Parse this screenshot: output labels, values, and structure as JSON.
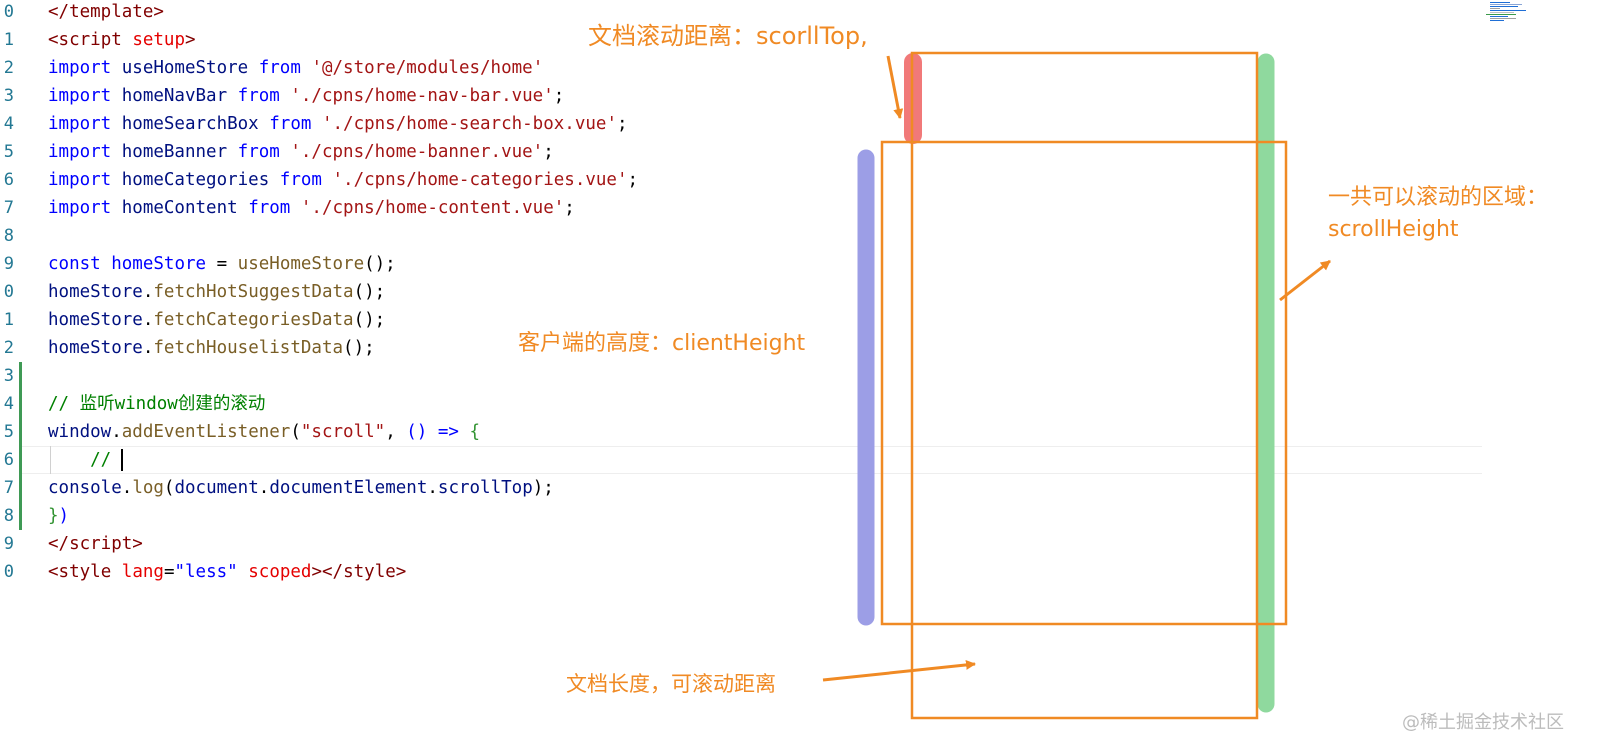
{
  "editor": {
    "line_numbers": [
      "0",
      "1",
      "2",
      "3",
      "4",
      "5",
      "6",
      "7",
      "8",
      "9",
      "0",
      "1",
      "2",
      "3",
      "4",
      "5",
      "6",
      "7",
      "8",
      "9",
      "0"
    ],
    "code_lines": [
      [
        {
          "t": "</",
          "c": "punc"
        },
        {
          "t": "template",
          "c": "tag"
        },
        {
          "t": ">",
          "c": "punc"
        }
      ],
      [
        {
          "t": "<",
          "c": "punc"
        },
        {
          "t": "script",
          "c": "tag"
        },
        {
          "t": " ",
          "c": "plain"
        },
        {
          "t": "setup",
          "c": "attr"
        },
        {
          "t": ">",
          "c": "punc"
        }
      ],
      [
        {
          "t": "import",
          "c": "kw"
        },
        {
          "t": " useHomeStore ",
          "c": "id"
        },
        {
          "t": "from",
          "c": "kw"
        },
        {
          "t": " ",
          "c": "plain"
        },
        {
          "t": "'@/store/modules/home'",
          "c": "str"
        }
      ],
      [
        {
          "t": "import",
          "c": "kw"
        },
        {
          "t": " homeNavBar ",
          "c": "id"
        },
        {
          "t": "from",
          "c": "kw"
        },
        {
          "t": " ",
          "c": "plain"
        },
        {
          "t": "'./cpns/home-nav-bar.vue'",
          "c": "str"
        },
        {
          "t": ";",
          "c": "plain"
        }
      ],
      [
        {
          "t": "import",
          "c": "kw"
        },
        {
          "t": " homeSearchBox ",
          "c": "id"
        },
        {
          "t": "from",
          "c": "kw"
        },
        {
          "t": " ",
          "c": "plain"
        },
        {
          "t": "'./cpns/home-search-box.vue'",
          "c": "str"
        },
        {
          "t": ";",
          "c": "plain"
        }
      ],
      [
        {
          "t": "import",
          "c": "kw"
        },
        {
          "t": " homeBanner ",
          "c": "id"
        },
        {
          "t": "from",
          "c": "kw"
        },
        {
          "t": " ",
          "c": "plain"
        },
        {
          "t": "'./cpns/home-banner.vue'",
          "c": "str"
        },
        {
          "t": ";",
          "c": "plain"
        }
      ],
      [
        {
          "t": "import",
          "c": "kw"
        },
        {
          "t": " homeCategories ",
          "c": "id"
        },
        {
          "t": "from",
          "c": "kw"
        },
        {
          "t": " ",
          "c": "plain"
        },
        {
          "t": "'./cpns/home-categories.vue'",
          "c": "str"
        },
        {
          "t": ";",
          "c": "plain"
        }
      ],
      [
        {
          "t": "import",
          "c": "kw"
        },
        {
          "t": " homeContent ",
          "c": "id"
        },
        {
          "t": "from",
          "c": "kw"
        },
        {
          "t": " ",
          "c": "plain"
        },
        {
          "t": "'./cpns/home-content.vue'",
          "c": "str"
        },
        {
          "t": ";",
          "c": "plain"
        }
      ],
      [],
      [
        {
          "t": "const",
          "c": "kw"
        },
        {
          "t": " ",
          "c": "plain"
        },
        {
          "t": "homeStore",
          "c": "kw"
        },
        {
          "t": " = ",
          "c": "plain"
        },
        {
          "t": "useHomeStore",
          "c": "fn"
        },
        {
          "t": "();",
          "c": "plain"
        }
      ],
      [
        {
          "t": "homeStore",
          "c": "id"
        },
        {
          "t": ".",
          "c": "plain"
        },
        {
          "t": "fetchHotSuggestData",
          "c": "fn"
        },
        {
          "t": "();",
          "c": "plain"
        }
      ],
      [
        {
          "t": "homeStore",
          "c": "id"
        },
        {
          "t": ".",
          "c": "plain"
        },
        {
          "t": "fetchCategoriesData",
          "c": "fn"
        },
        {
          "t": "();",
          "c": "plain"
        }
      ],
      [
        {
          "t": "homeStore",
          "c": "id"
        },
        {
          "t": ".",
          "c": "plain"
        },
        {
          "t": "fetchHouselistData",
          "c": "fn"
        },
        {
          "t": "();",
          "c": "plain"
        }
      ],
      [],
      [
        {
          "t": "// 监听window创建的滚动",
          "c": "comment"
        }
      ],
      [
        {
          "t": "window",
          "c": "id"
        },
        {
          "t": ".",
          "c": "plain"
        },
        {
          "t": "addEventListener",
          "c": "fn"
        },
        {
          "t": "(",
          "c": "plain"
        },
        {
          "t": "\"scroll\"",
          "c": "str"
        },
        {
          "t": ", ",
          "c": "plain"
        },
        {
          "t": "()",
          "c": "kw"
        },
        {
          "t": " ",
          "c": "plain"
        },
        {
          "t": "=>",
          "c": "kw"
        },
        {
          "t": " ",
          "c": "plain"
        },
        {
          "t": "{",
          "c": "brace"
        }
      ],
      [
        {
          "t": "    //",
          "c": "comment"
        }
      ],
      [
        {
          "t": "console",
          "c": "id"
        },
        {
          "t": ".",
          "c": "plain"
        },
        {
          "t": "log",
          "c": "fn"
        },
        {
          "t": "(",
          "c": "plain"
        },
        {
          "t": "document",
          "c": "id"
        },
        {
          "t": ".",
          "c": "plain"
        },
        {
          "t": "documentElement",
          "c": "id"
        },
        {
          "t": ".",
          "c": "plain"
        },
        {
          "t": "scrollTop",
          "c": "id"
        },
        {
          "t": ");",
          "c": "plain"
        }
      ],
      [
        {
          "t": "}",
          "c": "brace"
        },
        {
          "t": ")",
          "c": "kw"
        }
      ],
      [
        {
          "t": "</",
          "c": "punc"
        },
        {
          "t": "script",
          "c": "tag"
        },
        {
          "t": ">",
          "c": "punc"
        }
      ],
      [
        {
          "t": "<",
          "c": "punc"
        },
        {
          "t": "style",
          "c": "tag"
        },
        {
          "t": " ",
          "c": "plain"
        },
        {
          "t": "lang",
          "c": "attr"
        },
        {
          "t": "=",
          "c": "plain"
        },
        {
          "t": "\"less\"",
          "c": "kw"
        },
        {
          "t": " ",
          "c": "plain"
        },
        {
          "t": "scoped",
          "c": "attr"
        },
        {
          "t": ">",
          "c": "punc"
        },
        {
          "t": "</",
          "c": "punc"
        },
        {
          "t": "style",
          "c": "tag"
        },
        {
          "t": ">",
          "c": "punc"
        }
      ]
    ],
    "cursor_line": 16,
    "changed_lines": [
      13,
      18
    ]
  },
  "annotations": {
    "scrolltop_label": "文档滚动距离：scorllTop,",
    "client_height_label": "客户端的高度：clientHeight",
    "scroll_height_label_line1": "一共可以滚动的区域：",
    "scroll_height_label_line2": "scrollHeight",
    "document_length_label": "文档长度，可滚动距离"
  },
  "colors": {
    "annotation": "#f08a24",
    "scrolltop_bar": "#f06a6a",
    "client_bar": "#9c9ee6",
    "scrollheight_bar": "#8fd99e",
    "box_stroke": "#f08a24",
    "line_number": "#237893"
  },
  "watermark": "@稀土掘金技术社区"
}
